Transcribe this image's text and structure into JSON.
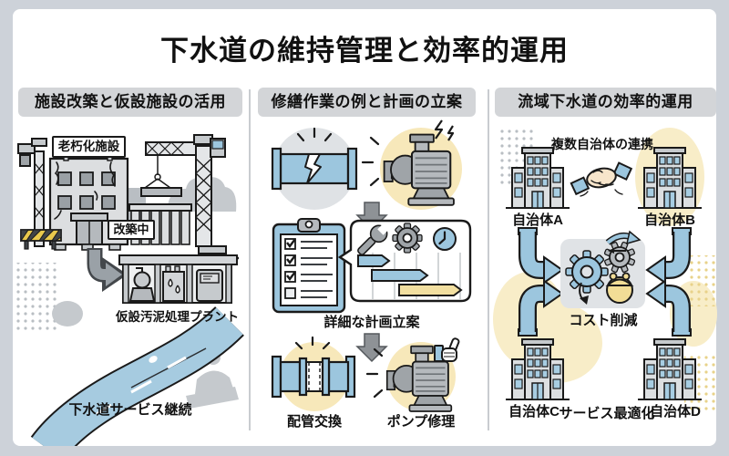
{
  "title": "下水道の維持管理と効率的運用",
  "panels": {
    "left": {
      "header": "施設改築と仮設施設の活用",
      "aging_sign": "老朽化施設",
      "rebuilding_sign": "改築中",
      "plant_label": "仮設汚泥処理プラント",
      "service_label": "下水道サービス継続"
    },
    "middle": {
      "header": "修繕作業の例と計画の立案",
      "planning_label": "詳細な計画立案",
      "pipe_label": "配管交換",
      "pump_label": "ポンプ修理"
    },
    "right": {
      "header": "流域下水道の効率的運用",
      "cooperation_label": "複数自治体の連携",
      "muni_a": "自治体A",
      "muni_b": "自治体B",
      "muni_c": "自治体C",
      "muni_d": "自治体D",
      "cost_label": "コスト削減",
      "service_label": "サービス最適化"
    }
  },
  "colors": {
    "background": "#cdd2d9",
    "card": "#ffffff",
    "header_bg": "#d3d5d8",
    "accent_blue": "#9cc6de",
    "accent_yellow": "#f7e8ba",
    "bar_yellow": "#f2dfa0",
    "icon_gray": "#b5b9bd",
    "outline": "#1a1a1a"
  }
}
